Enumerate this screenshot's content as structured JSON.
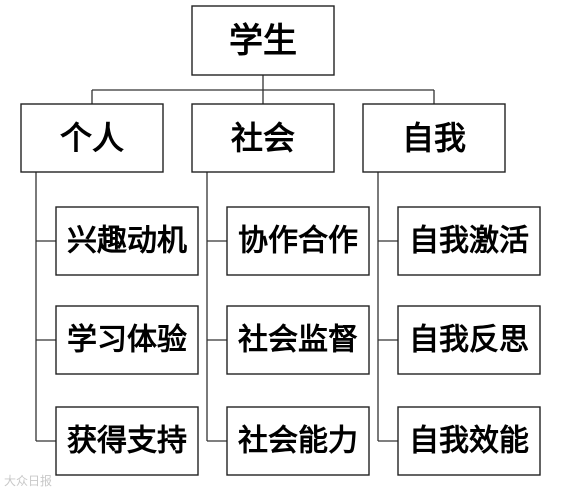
{
  "root": {
    "label": "学生"
  },
  "categories": [
    {
      "label": "个人",
      "items": [
        "兴趣动机",
        "学习体验",
        "获得支持"
      ]
    },
    {
      "label": "社会",
      "items": [
        "协作合作",
        "社会监督",
        "社会能力"
      ]
    },
    {
      "label": "自我",
      "items": [
        "自我激活",
        "自我反思",
        "自我效能"
      ]
    }
  ],
  "watermark": {
    "text": "大众日报"
  }
}
